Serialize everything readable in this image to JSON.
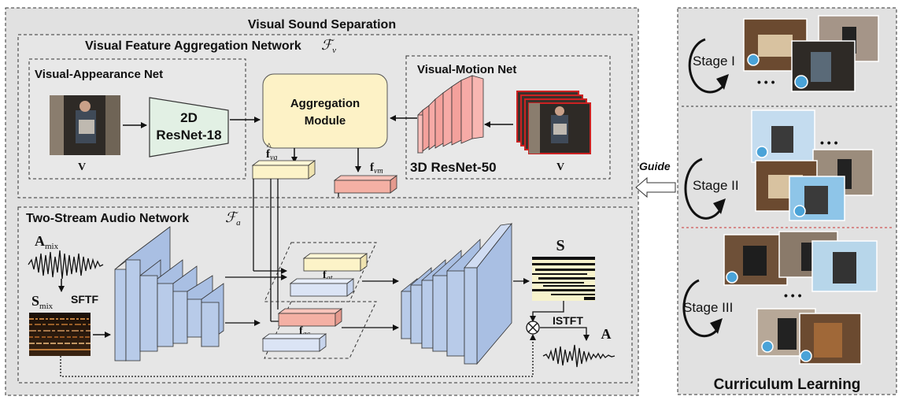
{
  "main": {
    "title": "Visual Sound Separation",
    "vfan": {
      "title": "Visual Feature Aggregation Network",
      "symbol": "ℱ",
      "subscript": "v"
    },
    "appearance": {
      "title": "Visual-Appearance Net",
      "input_label": "V",
      "resnet_line1": "2D",
      "resnet_line2": "ResNet-18"
    },
    "aggregation": {
      "line1": "Aggregation",
      "line2": "Module"
    },
    "motion": {
      "title": "Visual-Motion Net",
      "backbone": "3D  ResNet-50",
      "input_label": "V"
    },
    "features": {
      "f_va": "f",
      "f_va_hat": "^",
      "f_va_sub": "va",
      "f_vm": "f",
      "f_vm_sub": "vm",
      "f_at": "f",
      "f_at_sub": "at",
      "f_ac": "f",
      "f_ac_sub": "ac"
    },
    "audio": {
      "title": "Two-Stream Audio Network",
      "symbol": "ℱ",
      "subscript": "a",
      "a_mix": "A",
      "a_mix_sub": "mix",
      "s_mix": "S",
      "s_mix_sub": "mix",
      "sftf": "SFTF",
      "s_out": "S",
      "istft": "ISTFT",
      "a_out": "A"
    }
  },
  "guide_label": "Guide",
  "curriculum": {
    "title": "Curriculum Learning",
    "stages": [
      "Stage I",
      "Stage II",
      "Stage III"
    ],
    "ellipsis": "• • •"
  },
  "colors": {
    "panel_bg": "#e0e0e0",
    "resnet_green": "#e1f0e3",
    "aggregation_yellow": "#fdf2c6",
    "motion_pink": "#f6aaa6",
    "audio_blue": "#b8cbe9",
    "feature_yellow": "#fcf3c8",
    "feature_pink": "#f4b0a4",
    "feature_blue": "#dbe4f5"
  }
}
